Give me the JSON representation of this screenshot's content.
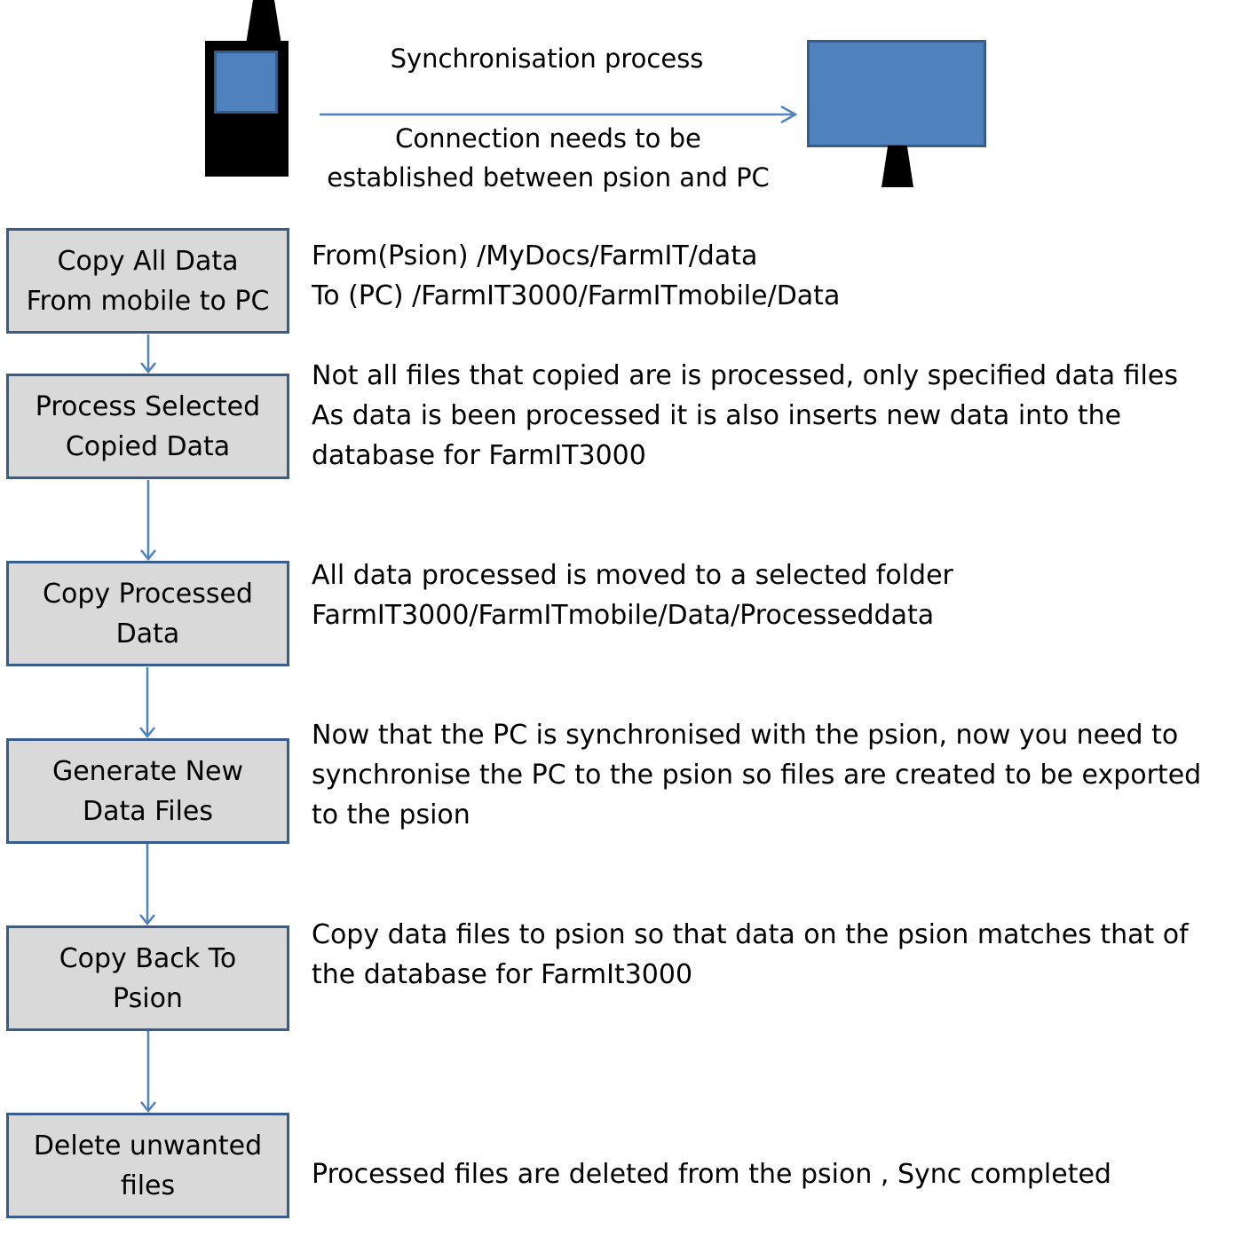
{
  "header": {
    "sync_title": "Synchronisation process",
    "connection_note": "Connection needs to be\nestablished between psion and PC"
  },
  "steps": [
    {
      "label": "Copy All Data\nFrom mobile to PC",
      "description": "From(Psion) /MyDocs/FarmIT/data\nTo (PC) /FarmIT3000/FarmITmobile/Data"
    },
    {
      "label": "Process Selected\nCopied Data",
      "description": "Not all files that copied are is processed, only specified data files\nAs data is been processed it is also inserts new data into the\ndatabase for FarmIT3000"
    },
    {
      "label": "Copy Processed\nData",
      "description": "All data processed is moved to a selected folder\nFarmIT3000/FarmITmobile/Data/Processeddata"
    },
    {
      "label": "Generate New\nData Files",
      "description": "Now that the PC is synchronised with the psion, now you need to\nsynchronise the PC to the psion so files are created  to be exported\nto the psion"
    },
    {
      "label": "Copy Back To\nPsion",
      "description": "Copy data files to psion so that data on the psion matches that of\nthe database for FarmIt3000"
    },
    {
      "label": "Delete unwanted\nfiles",
      "description": "Processed files are deleted from the psion , Sync completed"
    }
  ],
  "colors": {
    "accent": "#4f81bd",
    "border": "#385d8a",
    "box_fill": "#d9d9d9"
  }
}
